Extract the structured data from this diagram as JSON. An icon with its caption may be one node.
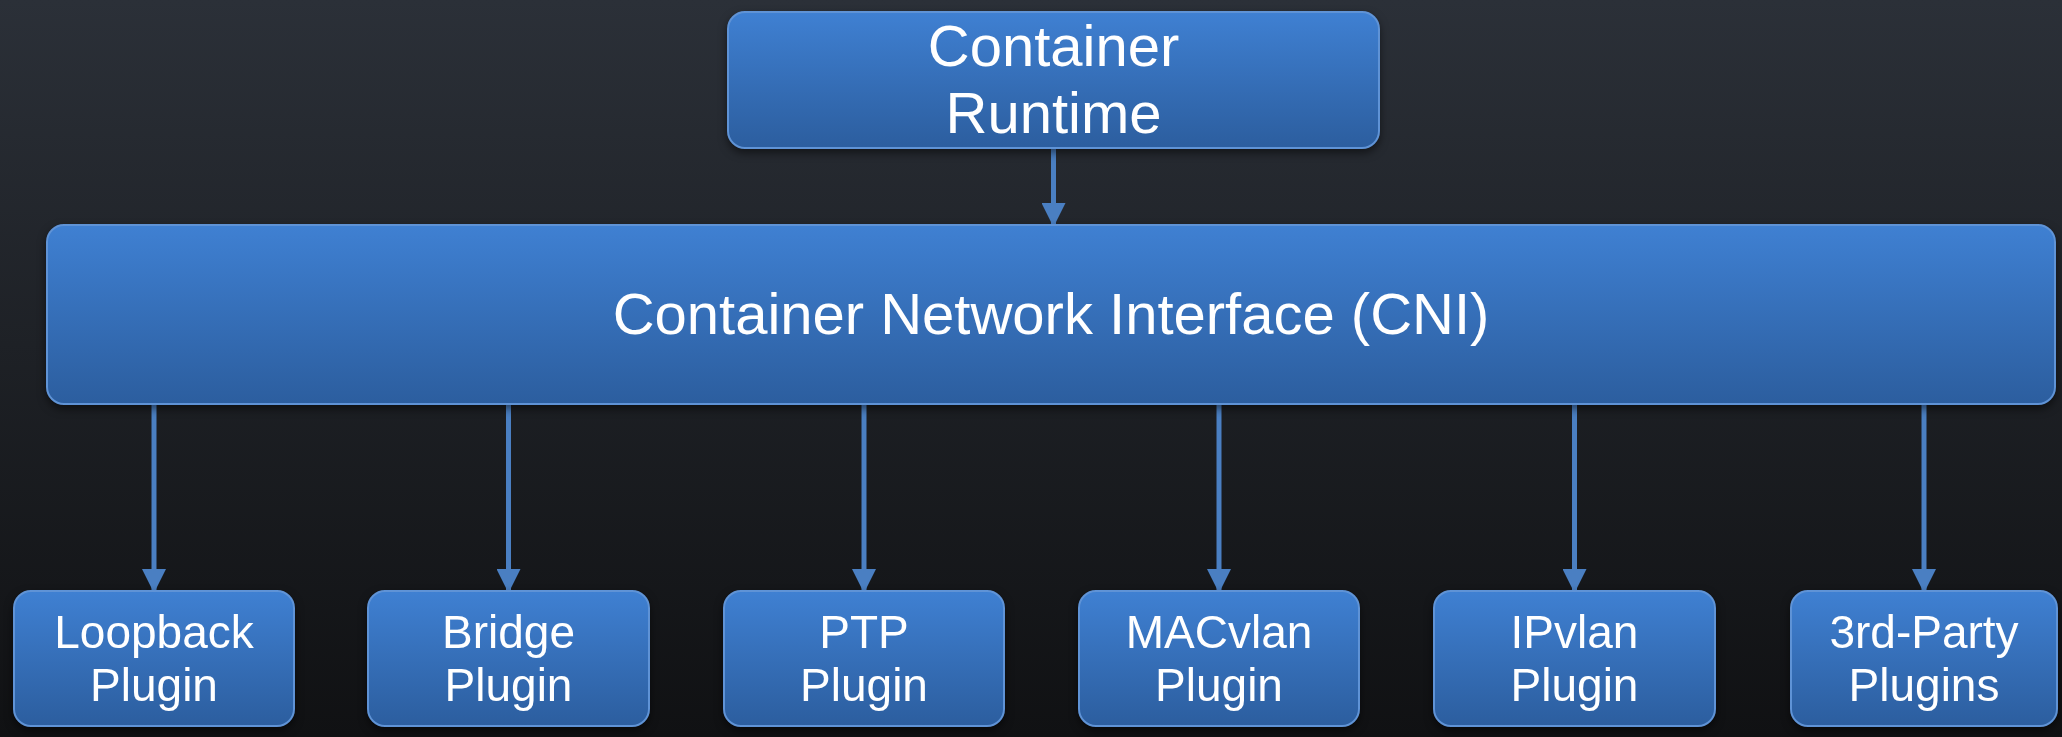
{
  "diagram": {
    "nodes": [
      {
        "text": [
          "Container Runtime"
        ]
      },
      {
        "text": [
          "Container Network Interface (CNI)"
        ]
      },
      {
        "text": [
          "Loopback Plugin"
        ]
      },
      {
        "text": [
          "Bridge Plugin"
        ]
      },
      {
        "text": [
          "PTP Plugin"
        ]
      },
      {
        "text": [
          "MACvlan Plugin"
        ]
      },
      {
        "text": [
          "IPvlan Plugin"
        ]
      },
      {
        "text": [
          "3rd-Party Plugins"
        ]
      }
    ],
    "edges": [
      {
        "from": 0,
        "to": 1,
        "arrow": "to"
      },
      {
        "from": 1,
        "to": 2,
        "arrow": "to"
      },
      {
        "from": 1,
        "to": 3,
        "arrow": "to"
      },
      {
        "from": 1,
        "to": 4,
        "arrow": "to"
      },
      {
        "from": 1,
        "to": 5,
        "arrow": "to"
      },
      {
        "from": 1,
        "to": 6,
        "arrow": "to"
      },
      {
        "from": 1,
        "to": 7,
        "arrow": "to"
      }
    ]
  }
}
